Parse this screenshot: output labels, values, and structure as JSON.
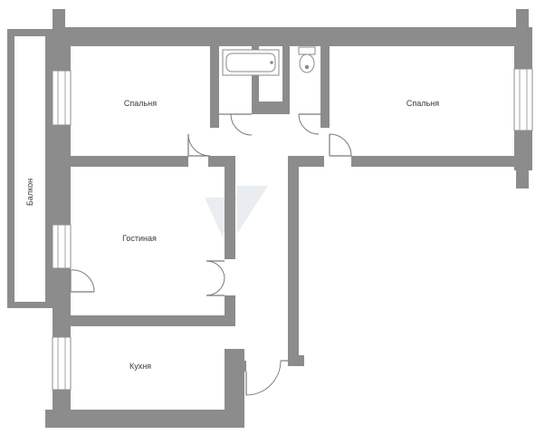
{
  "rooms": {
    "bedroom_left": "Спальня",
    "bedroom_right": "Спальня",
    "living_room": "Гостиная",
    "kitchen": "Кухня"
  },
  "balcony": "Балкон",
  "colors": {
    "wall": "#8c8c8c",
    "background": "#ffffff",
    "label": "#3a3a3a"
  }
}
